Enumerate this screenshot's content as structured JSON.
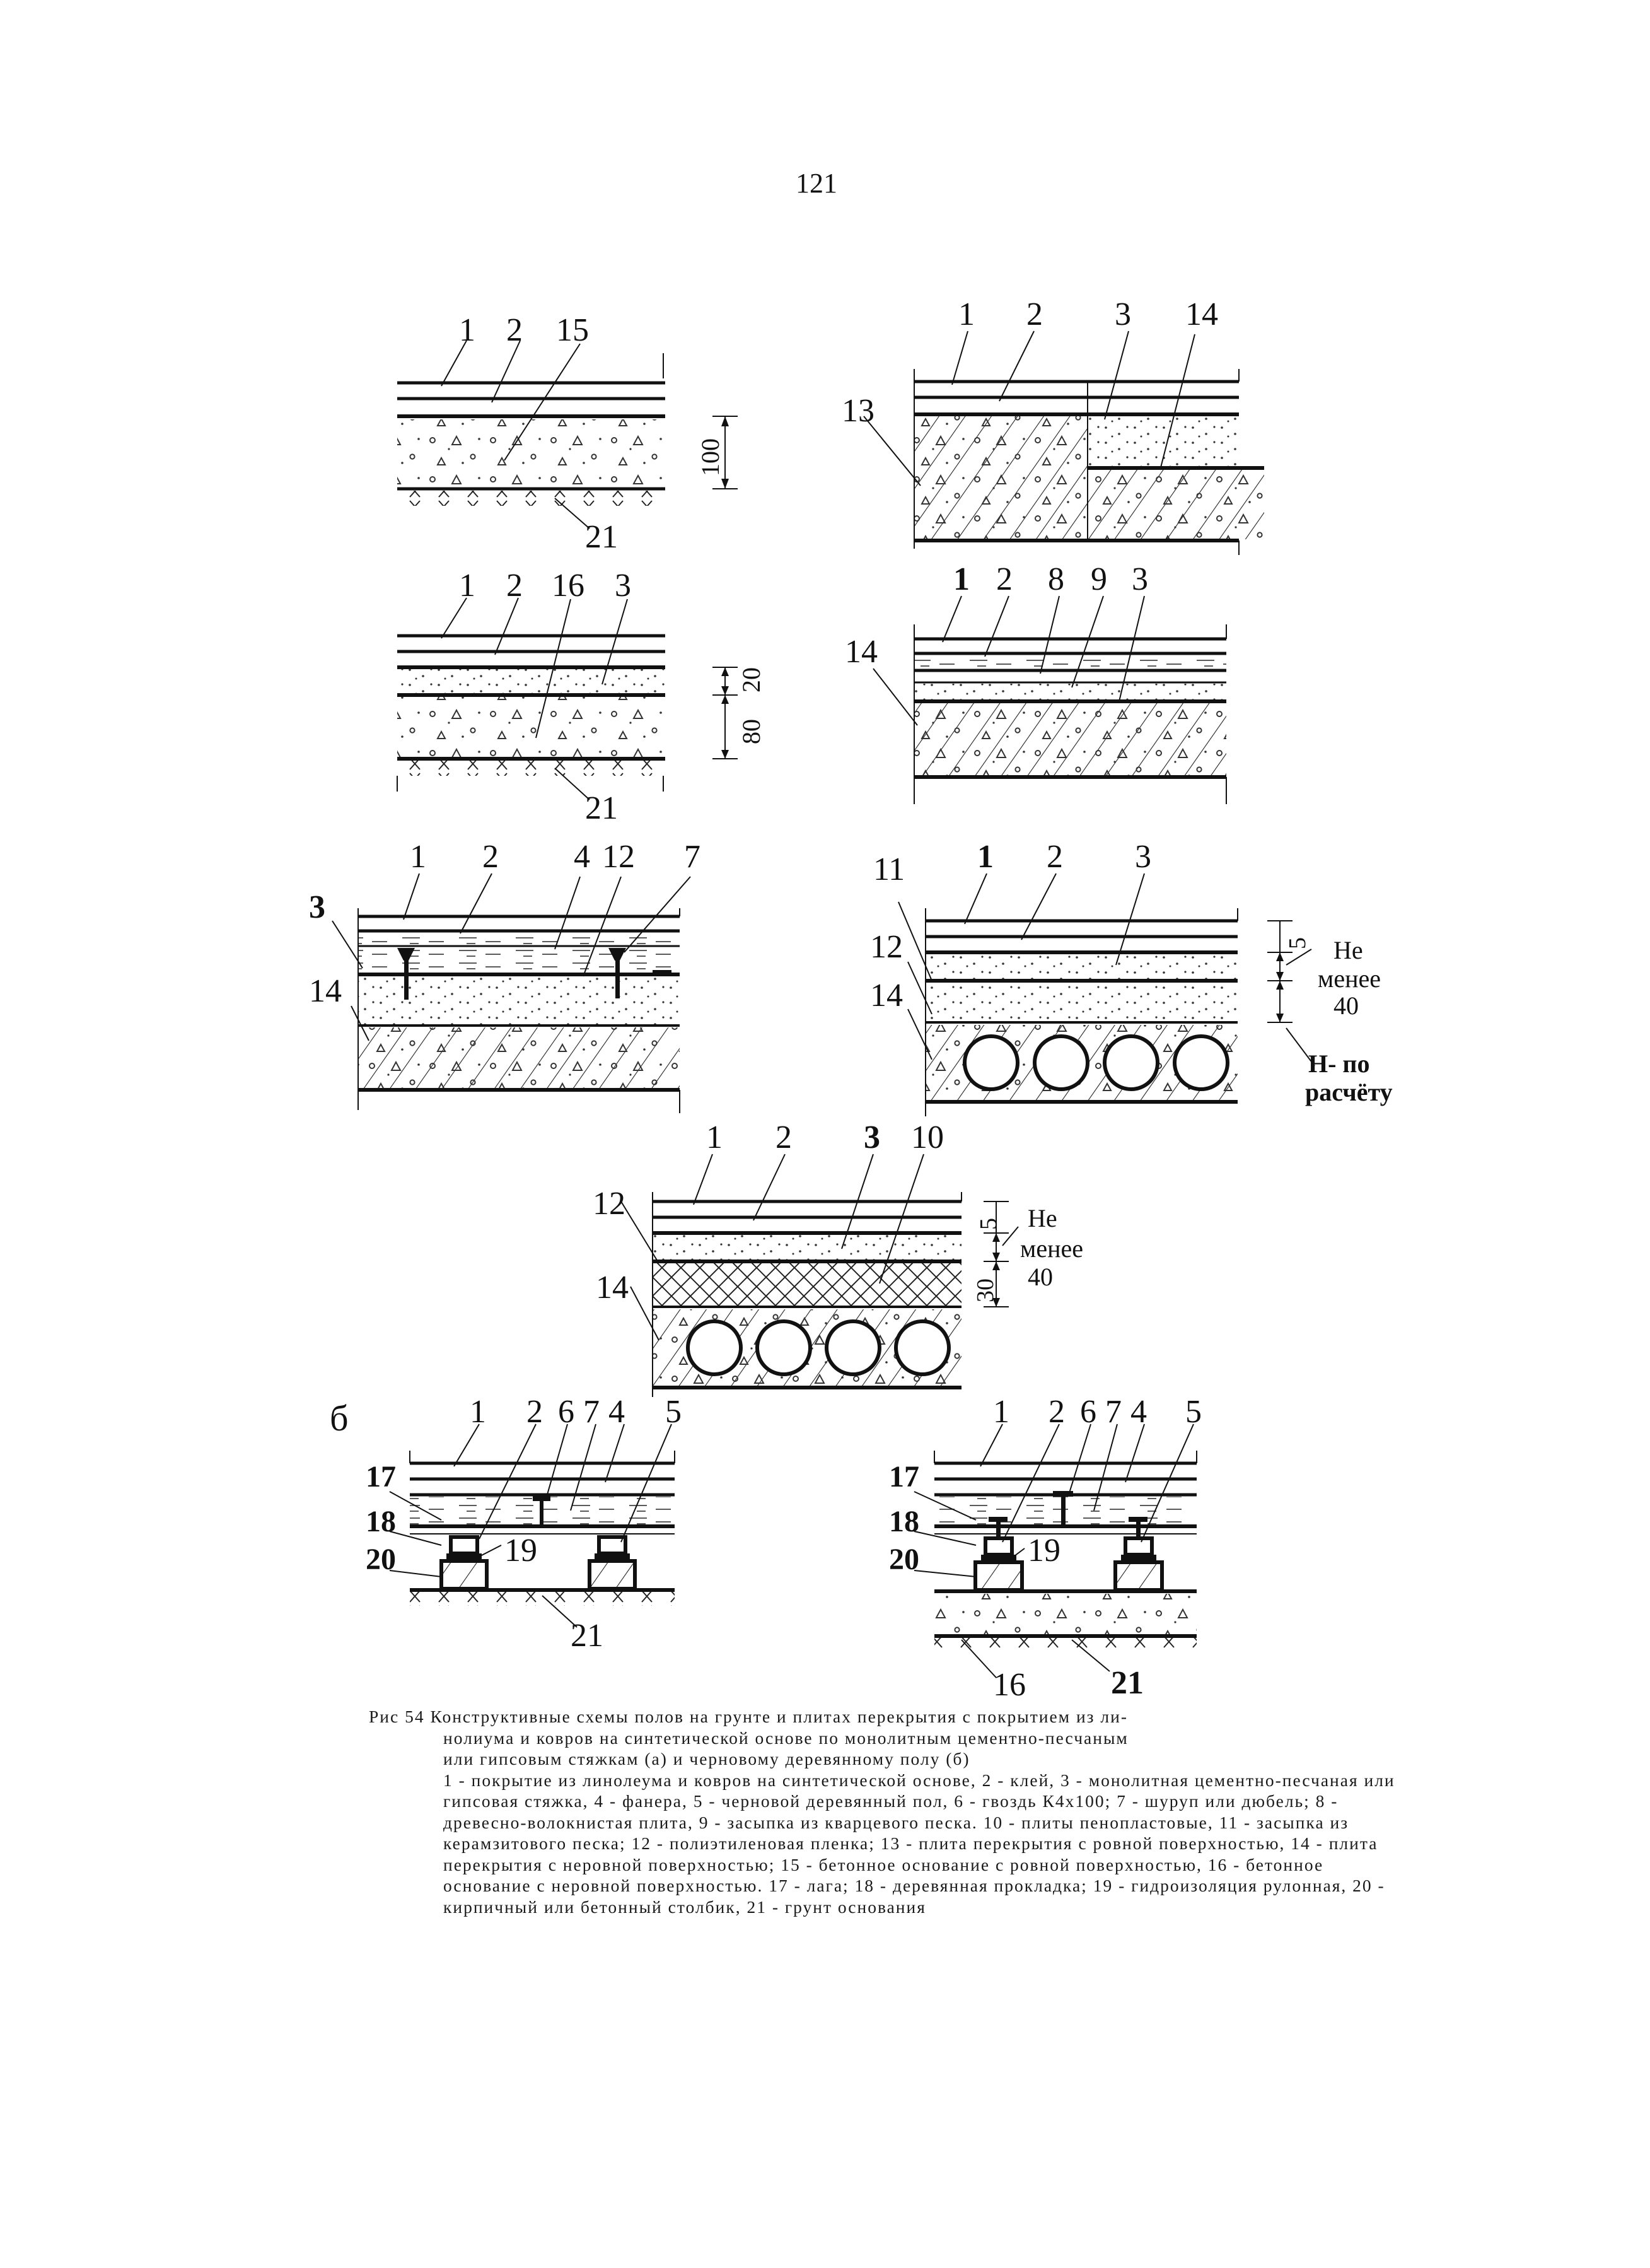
{
  "page_number": "121",
  "panel_label_b": "б",
  "diagrams": {
    "d1": {
      "labels": [
        "1",
        "2",
        "15"
      ],
      "dim": "100",
      "base": "21"
    },
    "d2": {
      "labels": [
        "1",
        "2",
        "3",
        "14"
      ],
      "left_label": "13"
    },
    "d3": {
      "labels": [
        "1",
        "2",
        "16",
        "3"
      ],
      "dims": [
        "20",
        "80"
      ],
      "base": "21"
    },
    "d4": {
      "labels": [
        "1",
        "2",
        "8",
        "9",
        "3"
      ],
      "left_label": "14"
    },
    "d5": {
      "labels": [
        "3",
        "1",
        "2",
        "4",
        "12",
        "7"
      ],
      "left_label": "14"
    },
    "d6": {
      "labels": [
        "11",
        "1",
        "2",
        "3"
      ],
      "left_labels": [
        "12",
        "14"
      ],
      "dim": "5",
      "note1": "Не",
      "note2": "менее",
      "note3": "40",
      "note4": "Н- по",
      "note5": "расчёту"
    },
    "d7": {
      "labels": [
        "1",
        "2",
        "3",
        "10"
      ],
      "left_labels": [
        "12",
        "14"
      ],
      "dims": [
        "5",
        "30"
      ],
      "note1": "Не",
      "note2": "менее",
      "note3": "40"
    },
    "d8": {
      "labels": [
        "1",
        "2",
        "6",
        "7",
        "4",
        "5"
      ],
      "left_labels": [
        "17",
        "18",
        "20"
      ],
      "mid_label": "19",
      "base": "21"
    },
    "d9": {
      "labels": [
        "1",
        "2",
        "6",
        "7",
        "4",
        "5"
      ],
      "left_labels": [
        "17",
        "18",
        "20"
      ],
      "mid_label": "19",
      "base_labels": [
        "16",
        "21"
      ]
    }
  },
  "caption": {
    "title_line1": "Рис 54 Конструктивные схемы полов на грунте и плитах перекрытия с покрытием из ли-",
    "title_line2": "нолиума и ковров на синтетической основе по монолитным цементно-песчаным",
    "title_line3": "или гипсовым стяжкам (а) и черновому деревянному полу (б)",
    "legend": "1 - покрытие из линолеума и ковров на синтетической основе, 2 - клей, 3 - монолитная цементно-песчаная или гипсовая стяжка, 4 - фанера, 5 - черновой деревянный пол, 6 - гвоздь К4х100; 7 - шуруп или дюбель; 8 - древесно-волокнистая плита, 9 - засыпка из кварцевого песка. 10 - плиты пенопластовые, 11 - засыпка из керамзитового песка; 12 - полиэтиленовая пленка; 13 - плита перекрытия с ровной поверхностью, 14 - плита перекрытия с неровной поверхностью; 15 - бетонное основание с ровной поверхностью, 16 - бетонное основание с неровной поверхностью. 17 - лага; 18 - деревянная прокладка; 19 - гидроизоляция рулонная, 20 - кирпичный или бетонный столбик, 21 - грунт основания"
  }
}
